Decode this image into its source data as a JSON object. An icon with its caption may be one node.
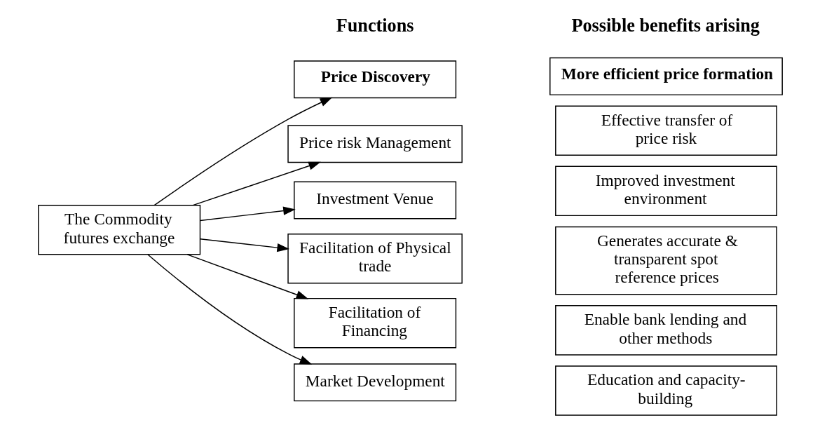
{
  "diagram": {
    "nodes": [
      {
        "text": [
          "The Commodity futures exchange"
        ]
      },
      {
        "text": [
          "Price Discovery"
        ]
      },
      {
        "text": [
          "Price risk Management"
        ]
      },
      {
        "text": [
          "Investment Venue"
        ]
      },
      {
        "text": [
          "Facilitation of Physical trade"
        ]
      },
      {
        "text": [
          "Facilitation of Financing"
        ]
      },
      {
        "text": [
          "Market Development"
        ]
      },
      {
        "text": [
          "More efficient price formation"
        ]
      },
      {
        "text": [
          "Effective transfer of price risk"
        ]
      },
      {
        "text": [
          "Improved investment environment"
        ]
      },
      {
        "text": [
          "Generates accurate & transparent spot reference prices"
        ]
      },
      {
        "text": [
          "Enable bank lending and other methods"
        ]
      },
      {
        "text": [
          "Education and capacity-building"
        ]
      }
    ],
    "edges": [
      {
        "from": 0,
        "to": 1,
        "arrow": "to"
      },
      {
        "from": 0,
        "to": 2,
        "arrow": "to"
      },
      {
        "from": 0,
        "to": 3,
        "arrow": "to"
      },
      {
        "from": 0,
        "to": 4,
        "arrow": "to"
      },
      {
        "from": 0,
        "to": 5,
        "arrow": "to"
      },
      {
        "from": 0,
        "to": 6,
        "arrow": "to"
      }
    ],
    "labels": [
      "Functions",
      "Possible benefits arising"
    ]
  }
}
